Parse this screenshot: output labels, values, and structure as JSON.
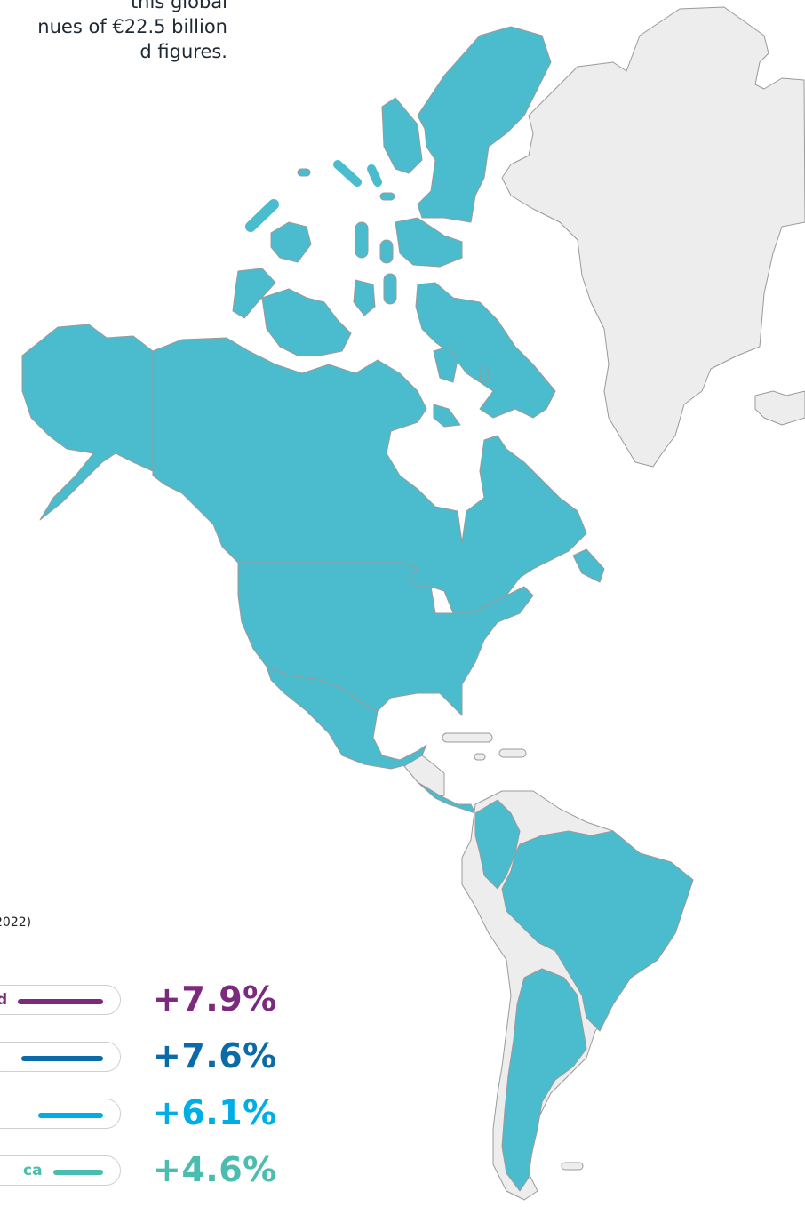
{
  "intro_lines": [
    "this global",
    "nues of €22.5 billion",
    "d figures."
  ],
  "caption": "2022)",
  "legend": [
    {
      "label": "d",
      "pct": "+7.9%",
      "color": "#7b2a7e",
      "level": 0.51
    },
    {
      "label": "",
      "pct": "+7.6%",
      "color": "#0b6aa8",
      "level": 0.49
    },
    {
      "label": "",
      "pct": "+6.1%",
      "color": "#00aee6",
      "level": 0.39
    },
    {
      "label": "ca",
      "pct": "+4.6%",
      "color": "#4bbdb0",
      "level": 0.3
    }
  ],
  "colors": {
    "highlight": "#4bbccd",
    "land": "#ededed",
    "border": "#9a9a9a"
  }
}
